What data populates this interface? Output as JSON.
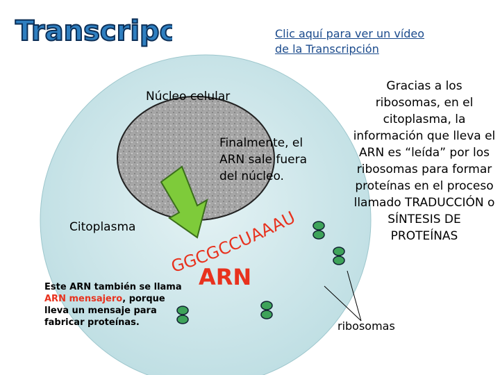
{
  "header": {
    "title": "Transcripción",
    "video_link_line1": "Clic aquí para ver un vídeo",
    "video_link_line2": "de la Transcripción"
  },
  "cell": {
    "nucleus_label": "Núcleo celular",
    "cytoplasm_label": "Citoplasma",
    "release_text": "Finalmente, el ARN sale fuera del núcleo.",
    "rna_sequence": "GGCGCCUAAAUUUG",
    "rna_label": "ARN"
  },
  "note": {
    "prefix": "Este ARN también se llama ",
    "highlight": "ARN mensajero",
    "suffix": ", porque lleva un mensaje para fabricar proteínas."
  },
  "explanation": "Gracias a los ribosomas, en el citoplasma, la información que lleva el ARN es “leída” por los ribosomas para formar proteínas en el proceso llamado TRADUCCIÓN o SÍNTESIS DE PROTEÍNAS",
  "ribosomes_label": "ribosomas",
  "colors": {
    "cell_fill": "#cfe6ea",
    "nucleus_fill": "#a9a9a9",
    "arrow": "#7ecb3a",
    "ribosome": "#3ea35a",
    "accent_red": "#e8321e",
    "title_fill": "#2f7fc0"
  }
}
